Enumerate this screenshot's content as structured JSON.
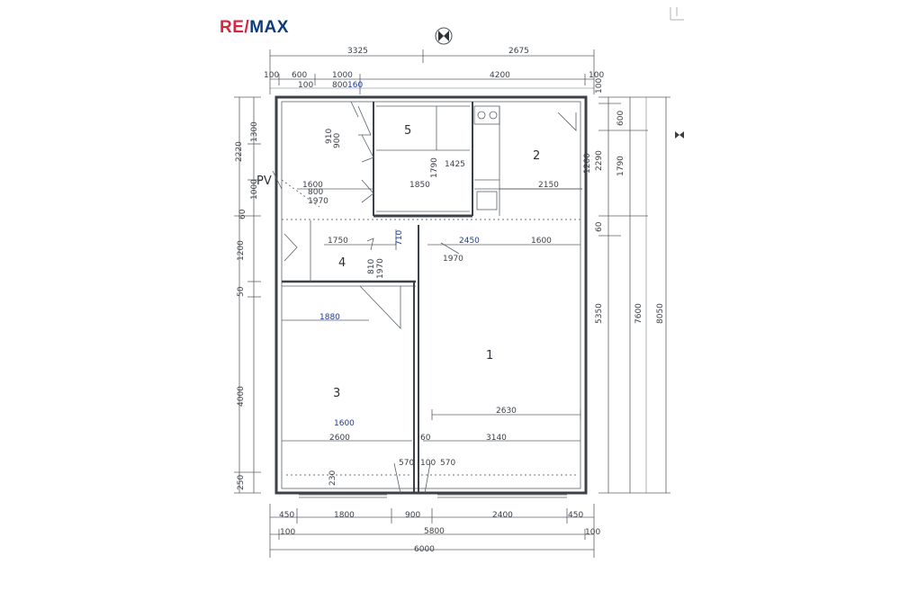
{
  "brand": {
    "re": "RE",
    "slash": "/",
    "max": "MAX"
  },
  "rooms": {
    "r1": "1",
    "r2": "2",
    "r3": "3",
    "r4": "4",
    "r5": "5"
  },
  "pv_label": "PV",
  "dims": {
    "top_3325": "3325",
    "top_2675": "2675",
    "top_100a": "100",
    "top_600": "600",
    "top_1000": "1000",
    "top_100b": "100",
    "top_800": "800",
    "top_160": "160",
    "top_4200": "4200",
    "top_100c": "100",
    "in_910": "910",
    "in_900": "900",
    "in_1600": "1600",
    "in_800": "800",
    "in_1970": "1970",
    "in_1850": "1850",
    "in_1790": "1790",
    "in_1425": "1425",
    "in_2150": "2150",
    "in_1750": "1750",
    "in_710": "710",
    "in_2450": "2450",
    "in_1600b": "1600",
    "in_810": "810",
    "in_1970b": "1970",
    "in_1970c": "1970",
    "in_1880": "1880",
    "in_2630": "2630",
    "in_1600c": "1600",
    "in_2600": "2600",
    "in_60": "60",
    "in_3140": "3140",
    "in_570a": "570",
    "in_100": "100",
    "in_570b": "570",
    "in_230": "230",
    "bot_450a": "450",
    "bot_1800": "1800",
    "bot_900": "900",
    "bot_2400": "2400",
    "bot_450b": "450",
    "bot_100a": "100",
    "bot_5800": "5800",
    "bot_100b": "100",
    "bot_6000": "6000",
    "left_2220": "2220",
    "left_1300": "1300",
    "left_1000": "1000",
    "left_60a": "60",
    "left_1200": "1200",
    "left_50": "50",
    "left_4000": "4000",
    "left_250": "250",
    "right_100": "100",
    "right_600": "600",
    "right_1200": "1200",
    "right_2290": "2290",
    "right_1790": "1790",
    "right_60": "60",
    "right_5350": "5350",
    "right_7600": "7600",
    "right_8050": "8050"
  }
}
